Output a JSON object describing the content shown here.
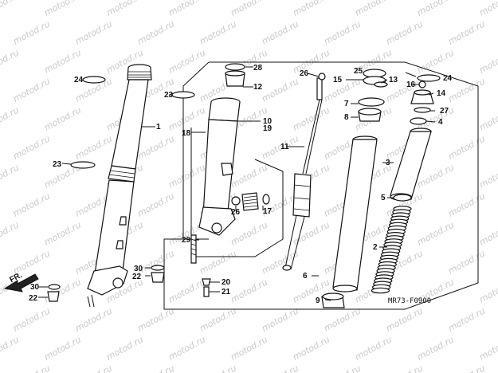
{
  "watermark": "motod.ru",
  "direction_label": "FR.",
  "diagram_code": "MR73-F0900",
  "callouts": [
    "1",
    "2",
    "3",
    "4",
    "5",
    "6",
    "7",
    "8",
    "9",
    "10",
    "11",
    "12",
    "13",
    "14",
    "15",
    "16",
    "17",
    "18",
    "19",
    "20",
    "21",
    "22",
    "22",
    "23",
    "23",
    "24",
    "24",
    "25",
    "26",
    "26",
    "27",
    "28",
    "29",
    "30",
    "30"
  ]
}
